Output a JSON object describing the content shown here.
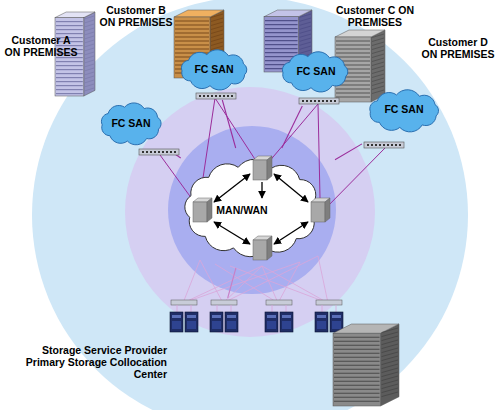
{
  "diagram": {
    "nodes": [
      {
        "text": [
          "Customer A ON PREMISES"
        ]
      },
      {
        "text": [
          "Customer B ON PREMISES"
        ]
      },
      {
        "text": [
          "Customer C ON PREMISES"
        ]
      },
      {
        "text": [
          "Customer D ON PREMISES"
        ]
      },
      {
        "text": [
          "FC SAN"
        ]
      },
      {
        "text": [
          "FC SAN"
        ]
      },
      {
        "text": [
          "FC SAN"
        ]
      },
      {
        "text": [
          "FC SAN"
        ]
      },
      {
        "text": [
          "MAN/WAN"
        ]
      },
      {
        "text": [
          "Storage Service Provider Primary Storage Collocation Center"
        ]
      }
    ],
    "edges": [
      {
        "from": 4,
        "to": 8,
        "arrow": "none"
      },
      {
        "from": 5,
        "to": 8,
        "arrow": "none"
      },
      {
        "from": 6,
        "to": 8,
        "arrow": "none"
      },
      {
        "from": 7,
        "to": 8,
        "arrow": "none"
      },
      {
        "from": 8,
        "to": 9,
        "arrow": "none"
      }
    ]
  }
}
